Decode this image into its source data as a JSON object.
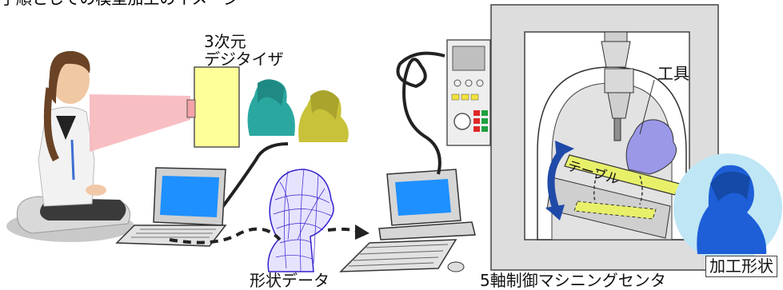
{
  "header": {
    "text": "手順としての模型加工のイメージ"
  },
  "labels": {
    "digitizer_line1": "3次元",
    "digitizer_line2": "デジタイザ",
    "shape_data": "形状データ",
    "machining_center": "5軸制御マシニングセンタ",
    "tool": "工具",
    "table": "テーブル",
    "machined_shape": "加工形状"
  },
  "colors": {
    "digitizer_body": "#ffff99",
    "scan_beam": "#f7b8bd",
    "teal_head": "#2aa8a0",
    "olive_head": "#c8c23a",
    "wire_head": "#3322cc",
    "blue_sculpture": "#1e5fd8",
    "laptop_screen": "#1e90ff",
    "machine_frame": "#dddddd",
    "arrow_blue": "#1f4aa8",
    "table_yellow": "#e8f06a"
  },
  "icons": {
    "person": "seated-person-icon",
    "digitizer": "3d-digitizer-icon",
    "laptop": "laptop-icon",
    "desktop": "desktop-computer-icon",
    "controller": "control-panel-icon",
    "machine": "five-axis-machine-icon"
  }
}
